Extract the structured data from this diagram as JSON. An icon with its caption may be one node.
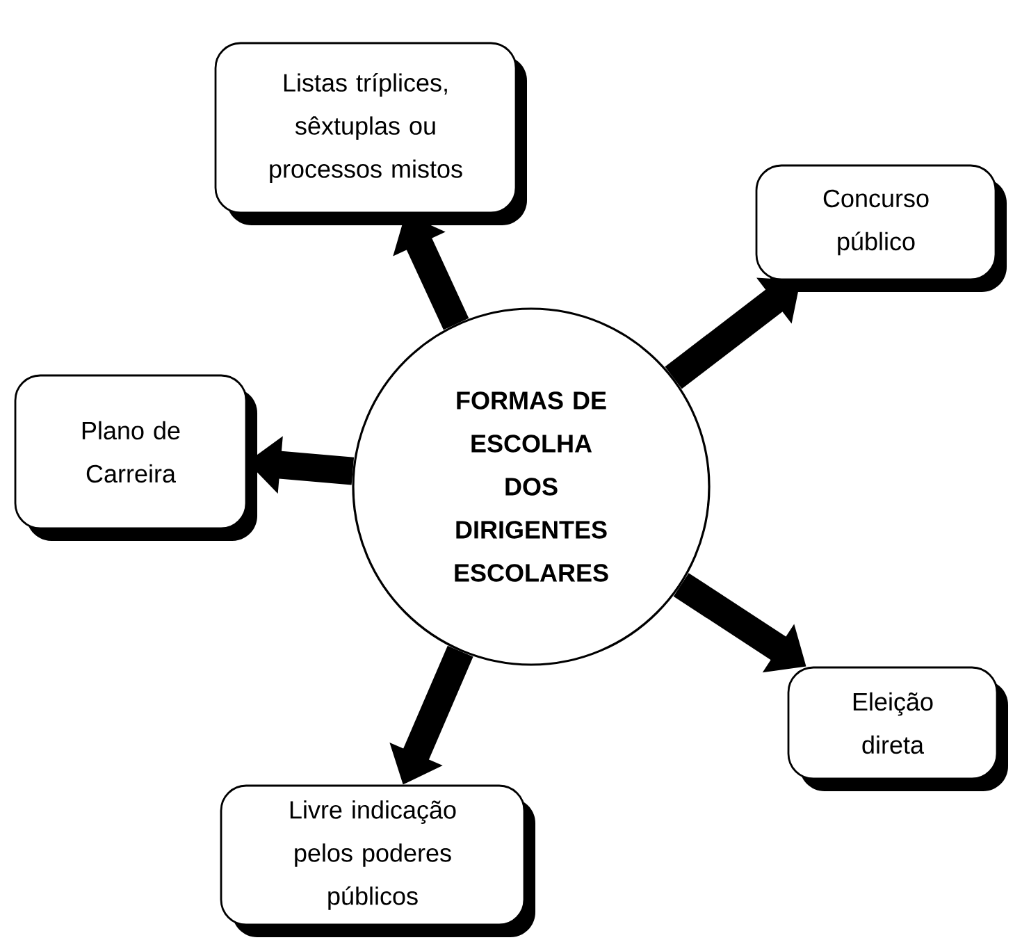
{
  "diagram": {
    "nodes": [
      {
        "text": [
          "FORMAS DE ESCOLHA DOS DIRIGENTES ESCOLARES"
        ]
      },
      {
        "text": [
          "Listas tríplices, sêxtuplas ou processos mistos"
        ]
      },
      {
        "text": [
          "Concurso público"
        ]
      },
      {
        "text": [
          "Plano de Carreira"
        ]
      },
      {
        "text": [
          "Eleição direta"
        ]
      },
      {
        "text": [
          "Livre indicação pelos poderes públicos"
        ]
      }
    ],
    "edges": [
      {
        "from": 0,
        "to": 1,
        "arrow": "to"
      },
      {
        "from": 0,
        "to": 2,
        "arrow": "to"
      },
      {
        "from": 0,
        "to": 3,
        "arrow": "to"
      },
      {
        "from": 0,
        "to": 4,
        "arrow": "to"
      },
      {
        "from": 0,
        "to": 5,
        "arrow": "to"
      }
    ]
  }
}
